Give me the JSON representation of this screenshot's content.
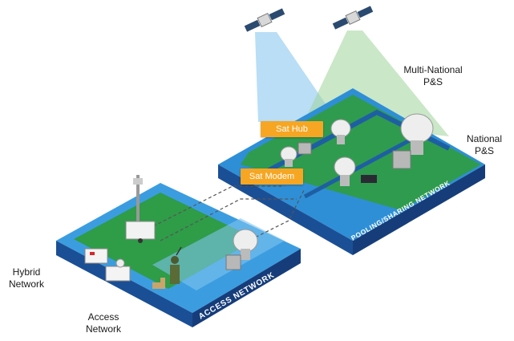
{
  "labels": {
    "multi_national": "Multi-National\nP&S",
    "national": "National\nP&S",
    "hybrid": "Hybrid\nNetwork",
    "access": "Access\nNetwork",
    "sat_hub": "Sat Hub",
    "sat_modem": "Sat Modem",
    "pooling_sharing": "POOLING/SHARING NETWORK",
    "access_network_edge": "ACCESS NETWORK"
  },
  "colors": {
    "platform_top": "#2e8fd6",
    "platform_edge": "#163d7a",
    "ground_green": "#2f9c48",
    "road": "#1e5fa3",
    "sat_hub_tag": "#f6a623",
    "beam_blue": "#7fc3ee",
    "beam_green": "#9ed39a"
  }
}
